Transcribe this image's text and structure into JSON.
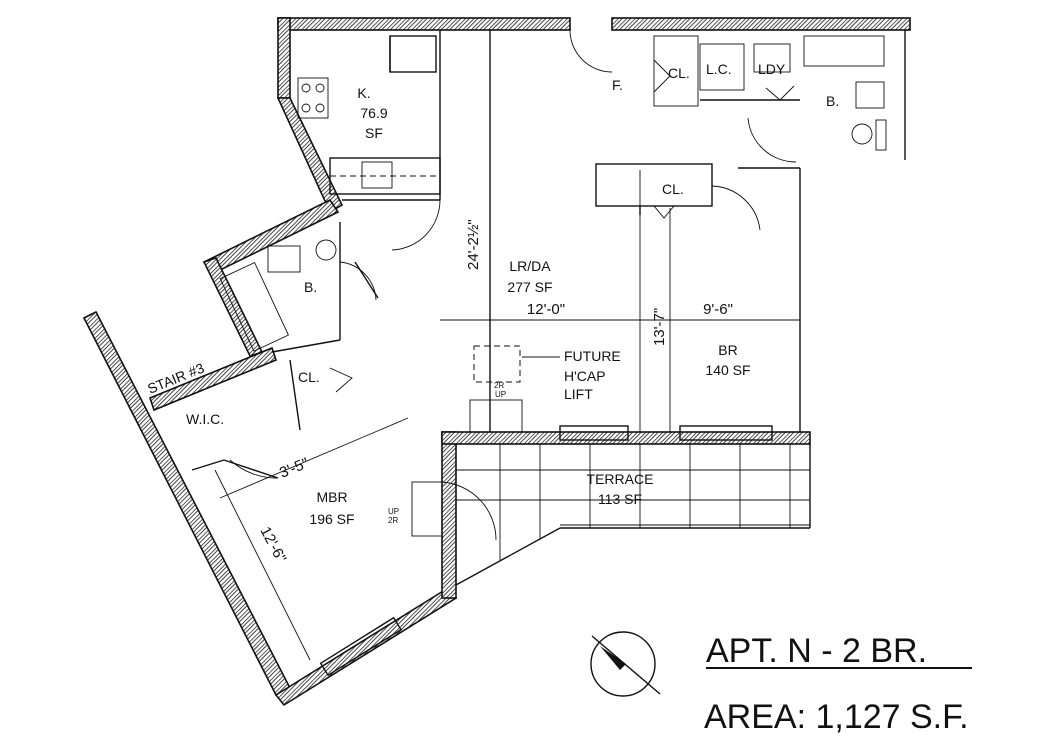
{
  "rooms": {
    "kitchen": {
      "name": "K.",
      "area": "76.9",
      "unit": "SF"
    },
    "foyer": {
      "name": "F."
    },
    "closet_entry": {
      "name": "CL."
    },
    "linen_closet": {
      "name": "L.C."
    },
    "laundry": {
      "name": "LDY"
    },
    "bath_right": {
      "name": "B."
    },
    "closet_br": {
      "name": "CL."
    },
    "living_dining": {
      "name": "LR/DA",
      "area": "277 SF"
    },
    "bath_left": {
      "name": "B."
    },
    "stair": {
      "name": "STAIR #3"
    },
    "closet_mbr": {
      "name": "CL."
    },
    "walk_in_closet": {
      "name": "W.I.C."
    },
    "bedroom": {
      "name": "BR",
      "area": "140 SF"
    },
    "master_bedroom": {
      "name": "MBR",
      "area": "196 SF"
    },
    "terrace": {
      "name": "TERRACE",
      "area": "113 SF"
    }
  },
  "lift": {
    "line1": "FUTURE",
    "line2": "H'CAP",
    "line3": "LIFT"
  },
  "steps": {
    "up_terrace": "2R",
    "up_terrace_2": "UP",
    "up_mbr": "UP",
    "up_mbr_2": "2R"
  },
  "dimensions": {
    "lr_depth": "24'-2½\"",
    "lr_width": "12'-0\"",
    "br_width": "9'-6\"",
    "br_depth": "13'-7\"",
    "wic_width": "3'-5\"",
    "mbr_depth": "12'-6\""
  },
  "title": {
    "line1": "APT. N - 2 BR.",
    "line2": "AREA: 1,127 S.F."
  }
}
